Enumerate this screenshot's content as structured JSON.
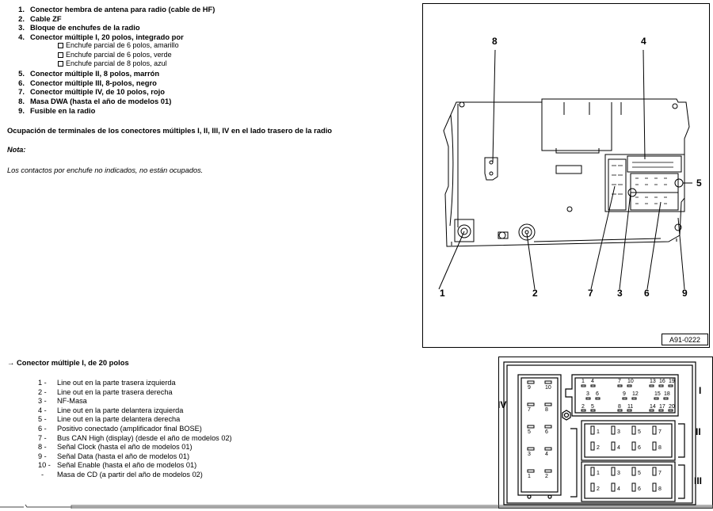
{
  "top_list": [
    {
      "num": "1.",
      "text": "Conector hembra de antena para radio (cable de HF)"
    },
    {
      "num": "2.",
      "text": "Cable ZF"
    },
    {
      "num": "3.",
      "text": "Bloque de enchufes de la radio"
    },
    {
      "num": "4.",
      "text": "Conector múltiple I, 20 polos, integrado por"
    },
    {
      "num": "5.",
      "text": "Conector múltiple II, 8 polos, marrón"
    },
    {
      "num": "6.",
      "text": "Conector múltiple III, 8-polos, negro"
    },
    {
      "num": "7.",
      "text": "Conector múltiple IV, de 10 polos, rojo"
    },
    {
      "num": "8.",
      "text": "Masa DWA (hasta el año de modelos 01)"
    },
    {
      "num": "9.",
      "text": "Fusible en la radio"
    }
  ],
  "sub_list": [
    "Enchufe parcial de 6 polos, amarillo",
    "Enchufe parcial de 6 polos, verde",
    "Enchufe parcial de 8 polos, azul"
  ],
  "heading": "Ocupación de terminales de los conectores múltiples I, II, III, IV en el lado trasero de la radio",
  "nota_label": "Nota:",
  "nota_text": "Los contactos por enchufe no indicados, no están ocupados.",
  "figure1": {
    "id": "A91-0222",
    "callouts": [
      "1",
      "2",
      "3",
      "4",
      "5",
      "6",
      "7",
      "8",
      "9"
    ]
  },
  "connector_heading": "→ Conector múltiple I, de 20 polos",
  "pin_list": [
    {
      "n": "1 -",
      "t": "Line out en la parte trasera izquierda"
    },
    {
      "n": "2 -",
      "t": "Line out en la parte trasera derecha"
    },
    {
      "n": "3 -",
      "t": "NF-Masa"
    },
    {
      "n": "4 -",
      "t": "Line out en la parte delantera izquierda"
    },
    {
      "n": "5 -",
      "t": "Line out en la parte delantera derecha"
    },
    {
      "n": "6 -",
      "t": "Positivo conectado (amplificador final BOSE)"
    },
    {
      "n": "7 -",
      "t": "Bus CAN High (display) (desde el año de modelos 02)"
    },
    {
      "n": "8 -",
      "t": "Señal Clock (hasta el año de modelos 01)"
    },
    {
      "n": "9 -",
      "t": "Señal Data (hasta el año de modelos 01)"
    },
    {
      "n": "10 -",
      "t": "Señal Enable (hasta el año de modelos 01)"
    },
    {
      "n": "-",
      "t": "Masa de CD (a partir del año de modelos 02)"
    }
  ],
  "figure2": {
    "roman": [
      "I",
      "II",
      "III",
      "IV"
    ],
    "c1_top": [
      "1",
      "4",
      "7",
      "10",
      "13",
      "16",
      "19"
    ],
    "c1_mid": [
      "3",
      "6",
      "9",
      "12",
      "15",
      "18"
    ],
    "c1_bot": [
      "2",
      "5",
      "8",
      "11",
      "14",
      "17",
      "20"
    ],
    "c4_pins": [
      "9",
      "10",
      "7",
      "8",
      "5",
      "6",
      "3",
      "4",
      "1",
      "2"
    ],
    "c2_pins": [
      "1",
      "3",
      "5",
      "7",
      "2",
      "4",
      "6",
      "8"
    ],
    "c3_pins": [
      "1",
      "3",
      "5",
      "7",
      "2",
      "4",
      "6",
      "8"
    ]
  }
}
